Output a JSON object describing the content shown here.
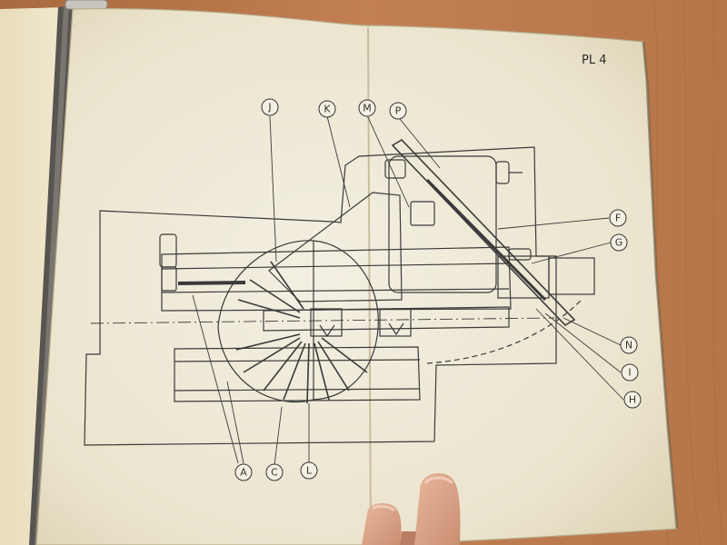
{
  "plate": {
    "number": "PL 4"
  },
  "callouts": {
    "J": "J",
    "K": "K",
    "M": "M",
    "P": "P",
    "F": "F",
    "G": "G",
    "N": "N",
    "I": "I",
    "H": "H",
    "A": "A",
    "C": "C",
    "L": "L"
  },
  "colors": {
    "desk": "#b9774a",
    "paper": "#efe9d6",
    "ink": "#3a3a3a"
  }
}
